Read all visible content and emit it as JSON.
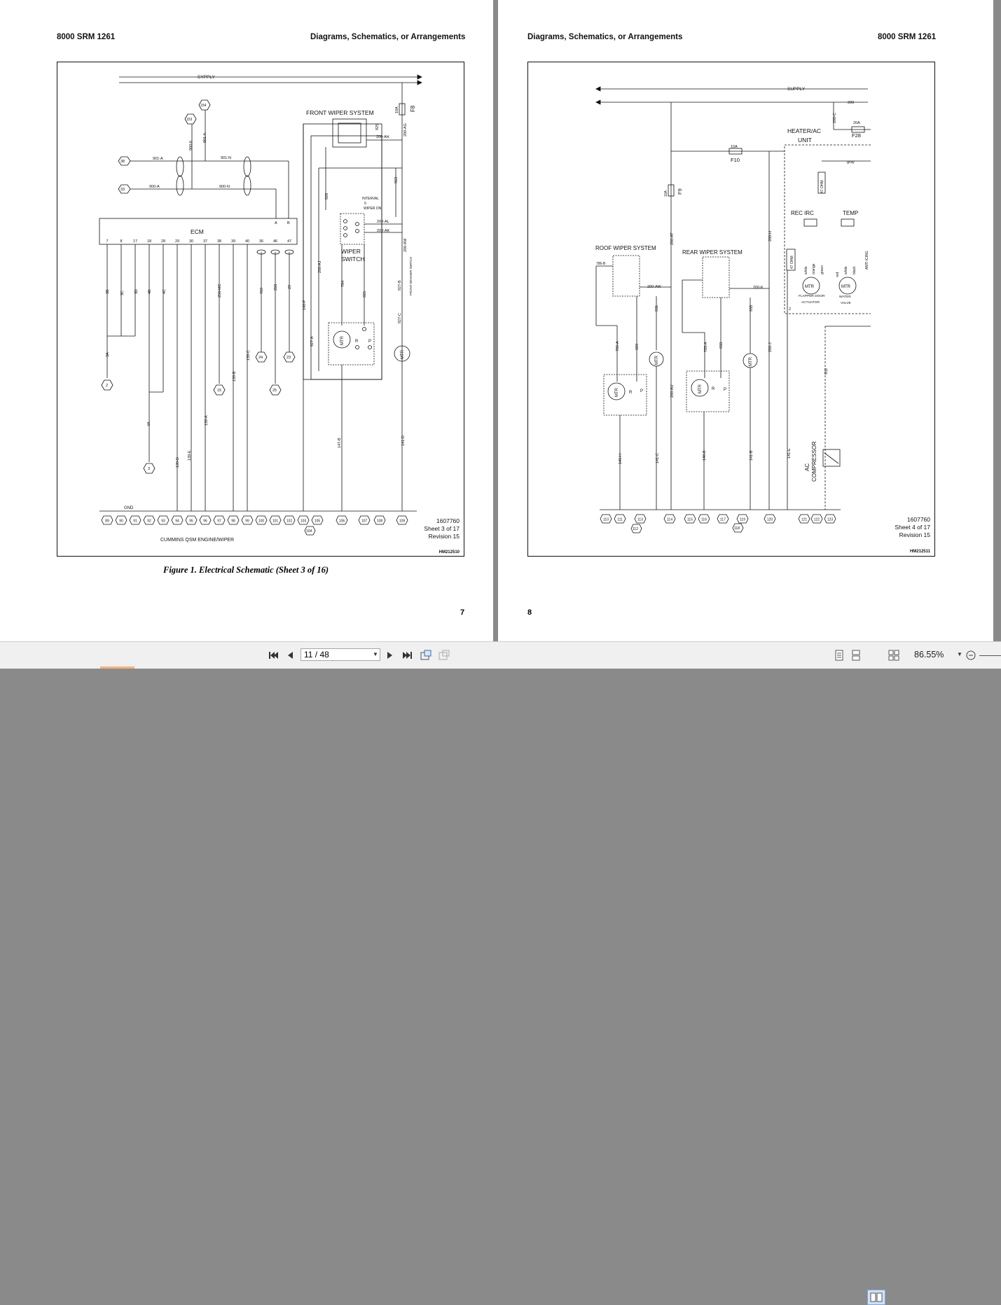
{
  "left_page": {
    "header_left": "8000 SRM 1261",
    "header_right": "Diagrams, Schematics, or Arrangements",
    "caption": "Figure 1.  Electrical Schematic (Sheet 3 of 16)",
    "page_number": "7",
    "schematic": {
      "supply": "SYPPLY",
      "front_wiper_system": "FRONT WIPER SYSTEM",
      "ecm": "ECM",
      "wiper_switch_1": "WIPER",
      "wiper_switch_2": "SWITCH",
      "interval_1": "INTERVAL",
      "interval_2": "0",
      "interval_3": "WIPER ON",
      "front_washer_switch": "FRONT WASHER SWITCH",
      "fuse_f8": "F8",
      "fuse_10a": "10A",
      "gnd": "GND",
      "engine": "CUMMINS QSM ENGINE/WIPER",
      "doc_number": "1607760",
      "sheet": "Sheet 3 of 17",
      "revision": "Revision 15",
      "drawing_id": "HM212510",
      "node_38": "38",
      "node_33": "33",
      "node_153": "153",
      "node_154": "154",
      "node_2": "2",
      "node_3": "3",
      "node_15": "15",
      "node_24": "24",
      "node_25": "25",
      "node_23": "23",
      "wire_901a": "901-A",
      "wire_900a": "900-A",
      "wire_901n": "901-N",
      "wire_900n": "900-N",
      "wire_900k": "900-K",
      "wire_901k": "901-K",
      "wire_925": "925",
      "wire_200ah": "200-AH",
      "wire_200ag": "200-AG",
      "wire_926": "926",
      "wire_963": "963",
      "wire_200al": "200-AL",
      "wire_200ak": "200-AK",
      "wire_200am": "200-AM",
      "wire_200aj": "200-AJ",
      "wire_784": "784",
      "wire_927b": "927-B",
      "wire_927c": "927-C",
      "wire_927a": "927-A",
      "wire_140f": "140-F",
      "wire_147b": "147-B",
      "wire_141d": "141-D",
      "wire_3b": "3B",
      "wire_3c": "3C",
      "wire_3d": "3D",
      "wire_4b": "4B",
      "wire_4c": "4C",
      "wire_3a": "3A",
      "wire_4a": "4A",
      "wire_250mc": "250-MC",
      "wire_769": "769",
      "wire_250": "250",
      "wire_29": "29",
      "wire_139c": "139-C",
      "wire_139b": "139-B",
      "wire_139a": "139-A",
      "wire_139e": "139-E",
      "wire_139d": "139-D",
      "mtr": "MTR",
      "r": "R",
      "p": "P",
      "a": "A",
      "b": "B",
      "ecm_pins": [
        "7",
        "8",
        "17",
        "18",
        "28",
        "29",
        "30",
        "37",
        "38",
        "39",
        "40",
        "36",
        "46",
        "47"
      ],
      "gnd_nodes": [
        "89",
        "90",
        "91",
        "92",
        "93",
        "94",
        "95",
        "96",
        "97",
        "98",
        "99",
        "100",
        "101",
        "102",
        "103",
        "105",
        "106",
        "107",
        "108",
        "109"
      ],
      "gnd_node_extra": "104"
    }
  },
  "right_page": {
    "header_left": "Diagrams, Schematics, or Arrangements",
    "header_right": "8000 SRM 1261",
    "page_number": "8",
    "schematic": {
      "supply": "SUPPLY",
      "wire_200": "200",
      "wire_200c": "200-C",
      "fuse_20a": "20A",
      "fuse_f28": "F28",
      "fuse_10a": "10A",
      "fuse_f10": "F10",
      "fuse_f9": "F9",
      "heater_1": "HEATER/AC",
      "heater_2": "UNIT",
      "gray": "gray",
      "ohm_47": "47 OHM",
      "rec_irc": "REC IRC",
      "temp": "TEMP",
      "anti_icing": "ANTI ICING",
      "white": "white",
      "orange": "orange",
      "green": "green",
      "red": "red",
      "black": "black",
      "flapper_1": "FLAPPER DOOR",
      "flapper_2": "ACTUATOR",
      "water_1": "WATER",
      "water_2": "VALVE",
      "roof_wiper": "ROOF WIPER SYSTEM",
      "rear_wiper": "REAR WIPER SYSTEM",
      "wire_786b": "786-B",
      "wire_200aw": "200-AW",
      "wire_200k": "200-K",
      "wire_200at": "200-AT",
      "wire_200h": "200-H",
      "wire_931": "931",
      "wire_935": "935",
      "wire_786a": "786-A",
      "wire_929": "929",
      "wire_785a": "785-A",
      "wire_933": "933",
      "wire_200au": "200-AU",
      "wire_200j": "200-J",
      "wire_932": "932",
      "wire_146h": "146-H",
      "wire_141c": "141-C",
      "wire_140b": "140-B",
      "wire_141b": "141-B",
      "wire_141e": "141-E",
      "ac_1": "AC",
      "ac_2": "COMPRESSOR",
      "mtr": "MTR",
      "r": "R",
      "p": "P",
      "two": "2",
      "doc_number": "1607760",
      "sheet": "Sheet 4 of 17",
      "revision": "Revision 15",
      "drawing_id": "HM212511",
      "gnd_nodes": [
        "110",
        "111",
        "113",
        "114",
        "115",
        "116",
        "117",
        "119",
        "120",
        "121",
        "122",
        "123"
      ],
      "gnd_node_112": "112",
      "gnd_node_118": "118"
    }
  },
  "toolbar": {
    "page_value": "11 / 48",
    "zoom": "86.55%",
    "icons": [
      "first-page-icon",
      "prev-page-icon",
      "next-page-icon",
      "last-page-icon",
      "fit-page-icon",
      "fit-width-icon",
      "single-page-icon",
      "continuous-icon",
      "two-page-icon",
      "two-page-continuous-icon",
      "zoom-out-icon"
    ]
  }
}
